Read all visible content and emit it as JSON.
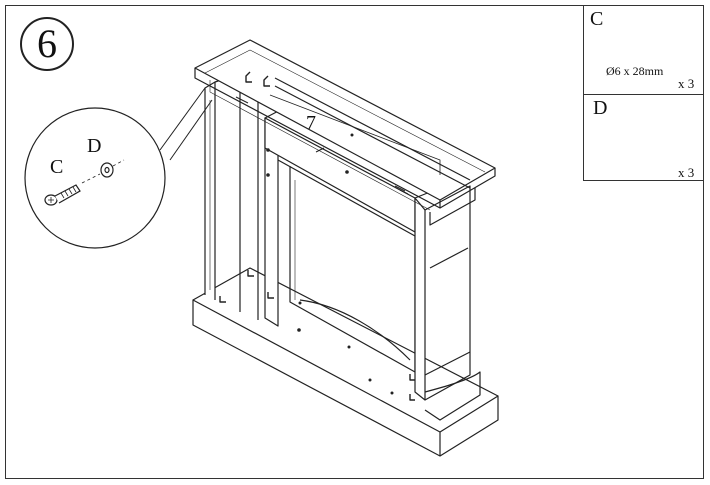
{
  "step": {
    "number": "6"
  },
  "parts": [
    {
      "letter": "C",
      "spec": "Ø6 x 28mm",
      "qty": "x 3",
      "icon": "bolt-icon"
    },
    {
      "letter": "D",
      "spec": "",
      "qty": "x 3",
      "icon": "washer-icon"
    }
  ],
  "callout": {
    "label_c": "C",
    "label_d": "D"
  },
  "assembly": {
    "panel_number": "7"
  }
}
